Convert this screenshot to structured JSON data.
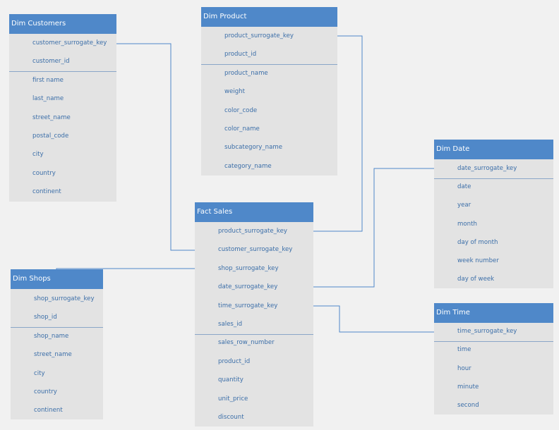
{
  "diagram": {
    "tables": [
      {
        "id": "customers",
        "title": "Dim Customers",
        "key_fields": [
          "customer_surrogate_key",
          "customer_id"
        ],
        "fields": [
          "first name",
          "last_name",
          "street_name",
          "postal_code",
          "city",
          "country",
          "continent"
        ]
      },
      {
        "id": "product",
        "title": "Dim Product",
        "key_fields": [
          "product_surrogate_key",
          "product_id"
        ],
        "fields": [
          "product_name",
          "weight",
          "color_code",
          "color_name",
          "subcategory_name",
          "category_name"
        ]
      },
      {
        "id": "date",
        "title": "Dim Date",
        "key_fields": [
          "date_surrogate_key"
        ],
        "fields": [
          "date",
          "year",
          "month",
          "day of month",
          "week number",
          "day of week"
        ]
      },
      {
        "id": "fact",
        "title": "Fact Sales",
        "key_fields": [
          "product_surrogate_key",
          "customer_surrogate_key",
          "shop_surrogate_key",
          "date_surrogate_key",
          "time_surrogate_key",
          "sales_id"
        ],
        "fields": [
          "sales_row_number",
          "product_id",
          "quantity",
          "unit_price",
          "discount"
        ]
      },
      {
        "id": "shops",
        "title": "Dim Shops",
        "key_fields": [
          "shop_surrogate_key",
          "shop_id"
        ],
        "fields": [
          "shop_name",
          "street_name",
          "city",
          "country",
          "continent"
        ]
      },
      {
        "id": "time",
        "title": "Dim Time",
        "key_fields": [
          "time_surrogate_key"
        ],
        "fields": [
          "time",
          "hour",
          "minute",
          "second"
        ]
      }
    ],
    "relationships": [
      {
        "from": "fact.product_surrogate_key",
        "to": "product.product_surrogate_key"
      },
      {
        "from": "fact.customer_surrogate_key",
        "to": "customers.customer_surrogate_key"
      },
      {
        "from": "fact.shop_surrogate_key",
        "to": "shops.title"
      },
      {
        "from": "fact.date_surrogate_key",
        "to": "date.date_surrogate_key"
      },
      {
        "from": "fact.time_surrogate_key",
        "to": "time.time_surrogate_key"
      }
    ],
    "colors": {
      "header_bg": "#4f88c9",
      "header_text": "#ffffff",
      "table_bg": "#e3e3e3",
      "field_text": "#3b6ea8",
      "connector": "#4f88c9"
    }
  }
}
